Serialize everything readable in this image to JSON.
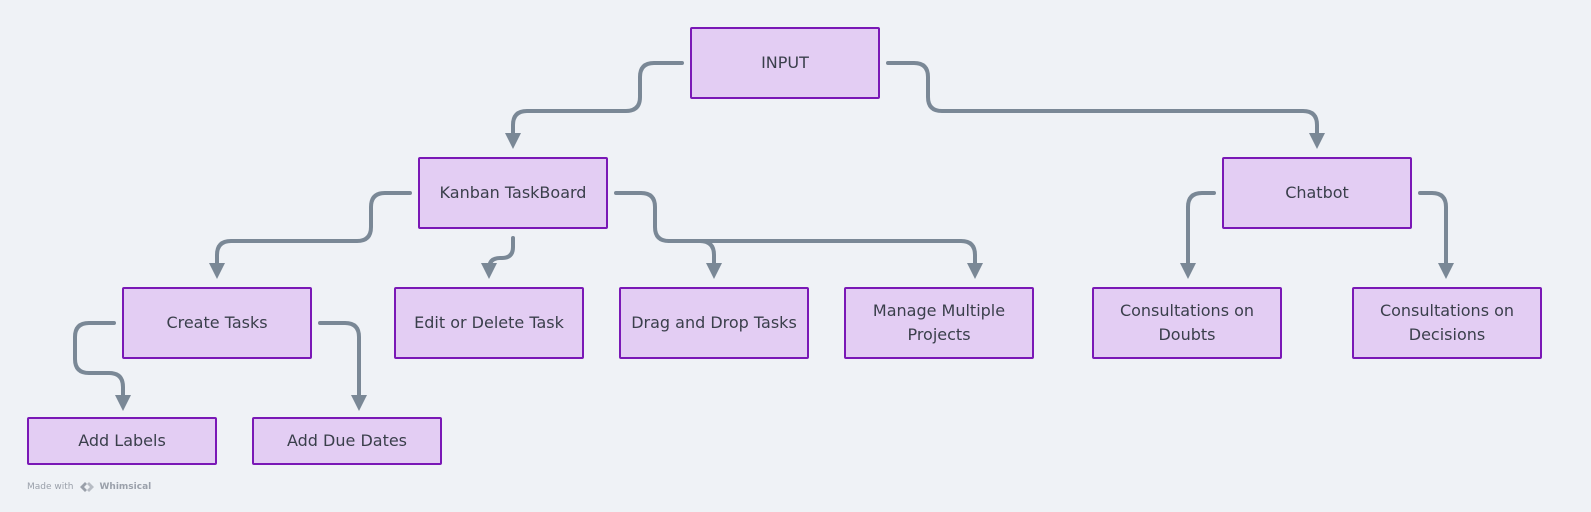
{
  "diagram": {
    "nodes": {
      "input": "INPUT",
      "kanban": "Kanban TaskBoard",
      "chatbot": "Chatbot",
      "create_tasks": "Create Tasks",
      "edit_delete": "Edit or Delete Task",
      "drag_drop": "Drag and Drop Tasks",
      "manage_projects": "Manage Multiple Projects",
      "consult_doubts": "Consultations on Doubts",
      "consult_decisions": "Consultations on Decisions",
      "add_labels": "Add Labels",
      "add_due_dates": "Add Due Dates"
    },
    "edges": [
      [
        "input",
        "kanban"
      ],
      [
        "input",
        "chatbot"
      ],
      [
        "kanban",
        "create_tasks"
      ],
      [
        "kanban",
        "edit_delete"
      ],
      [
        "kanban",
        "drag_drop"
      ],
      [
        "kanban",
        "manage_projects"
      ],
      [
        "chatbot",
        "consult_doubts"
      ],
      [
        "chatbot",
        "consult_decisions"
      ],
      [
        "create_tasks",
        "add_labels"
      ],
      [
        "create_tasks",
        "add_due_dates"
      ]
    ],
    "colors": {
      "node_fill": "#e3cdf3",
      "node_border": "#7a18b6",
      "connector": "#7a8896",
      "background": "#eff2f6"
    }
  },
  "watermark": {
    "prefix": "Made with",
    "brand": "Whimsical"
  }
}
